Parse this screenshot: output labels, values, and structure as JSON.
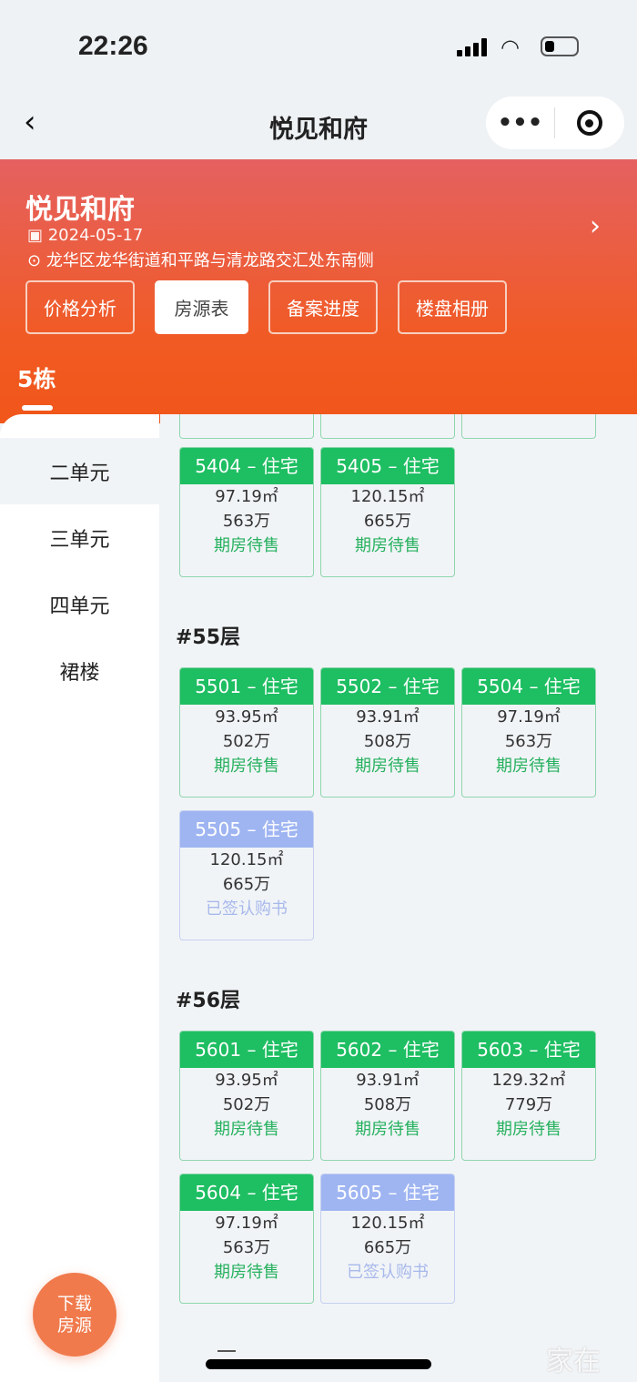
{
  "status": {
    "time": "22:26"
  },
  "nav": {
    "back": "‹",
    "title": "悦见和府",
    "more": "•••"
  },
  "hero": {
    "name": "悦见和府",
    "date": "2024-05-17",
    "address": "龙华区龙华街道和平路与清龙路交汇处东南侧",
    "buttons": [
      "价格分析",
      "房源表",
      "备案进度",
      "楼盘相册"
    ],
    "active_button": 1,
    "building": "5栋"
  },
  "sidebar": {
    "items": [
      "二单元",
      "三单元",
      "四单元",
      "裙楼"
    ],
    "active": 0
  },
  "rows": [
    {
      "floor": null,
      "cards": [
        {
          "title": "5404 – 住宅",
          "area": "97.19㎡",
          "price": "563万",
          "status": "期房待售",
          "sold": false
        },
        {
          "title": "5405 – 住宅",
          "area": "120.15㎡",
          "price": "665万",
          "status": "期房待售",
          "sold": false
        }
      ]
    },
    {
      "floor": "#55层",
      "cards": [
        {
          "title": "5501 – 住宅",
          "area": "93.95㎡",
          "price": "502万",
          "status": "期房待售",
          "sold": false
        },
        {
          "title": "5502 – 住宅",
          "area": "93.91㎡",
          "price": "508万",
          "status": "期房待售",
          "sold": false
        },
        {
          "title": "5504 – 住宅",
          "area": "97.19㎡",
          "price": "563万",
          "status": "期房待售",
          "sold": false
        },
        {
          "title": "5505 – 住宅",
          "area": "120.15㎡",
          "price": "665万",
          "status": "已签认购书",
          "sold": true
        }
      ]
    },
    {
      "floor": "#56层",
      "cards": [
        {
          "title": "5601 – 住宅",
          "area": "93.95㎡",
          "price": "502万",
          "status": "期房待售",
          "sold": false
        },
        {
          "title": "5602 – 住宅",
          "area": "93.91㎡",
          "price": "508万",
          "status": "期房待售",
          "sold": false
        },
        {
          "title": "5603 – 住宅",
          "area": "129.32㎡",
          "price": "779万",
          "status": "期房待售",
          "sold": false
        },
        {
          "title": "5604 – 住宅",
          "area": "97.19㎡",
          "price": "563万",
          "status": "期房待售",
          "sold": false
        },
        {
          "title": "5605 – 住宅",
          "area": "120.15㎡",
          "price": "665万",
          "status": "已签认购书",
          "sold": true
        }
      ]
    }
  ],
  "fab": {
    "line1": "下载",
    "line2": "房源"
  },
  "watermark": "家在深圳"
}
